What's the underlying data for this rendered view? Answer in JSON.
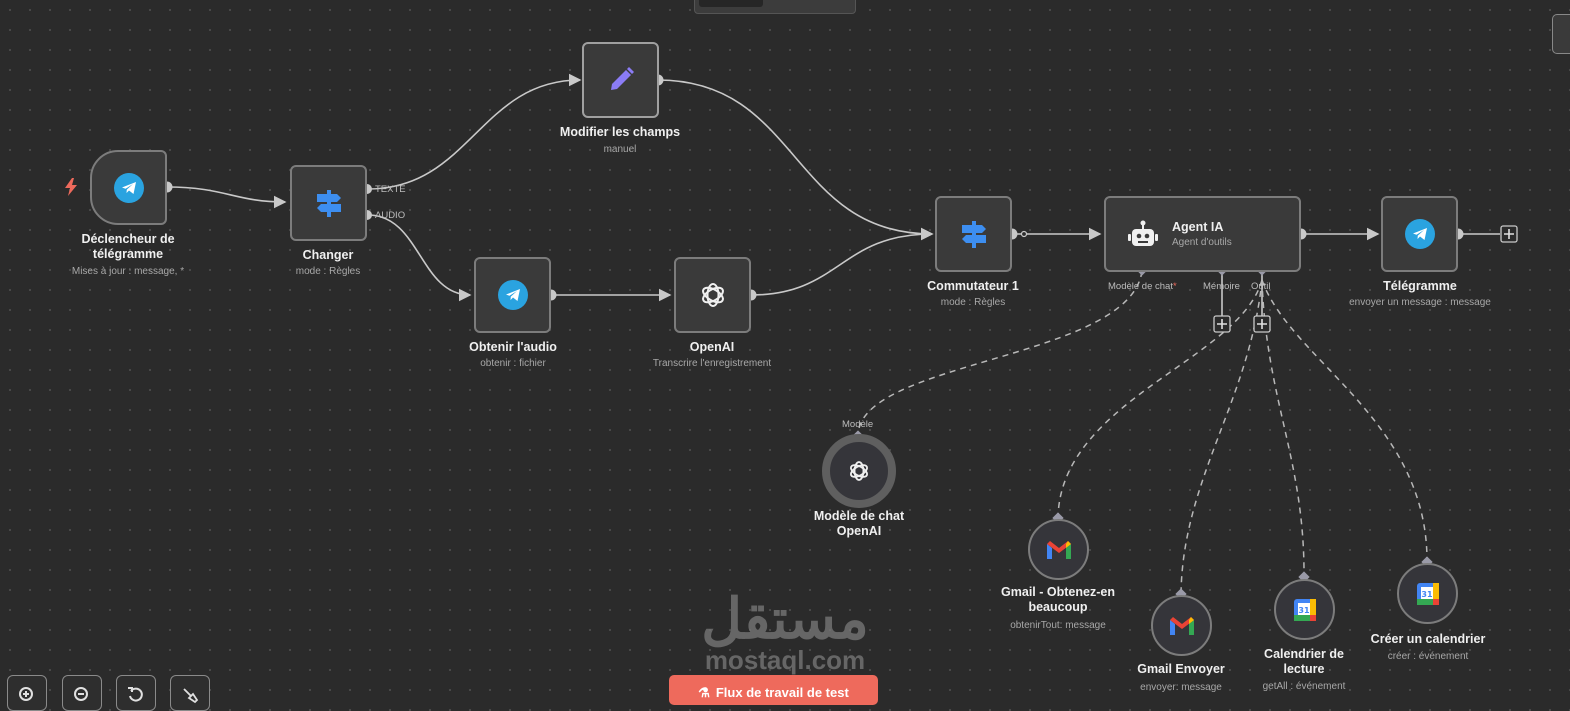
{
  "canvas": {
    "background": "#2b2b2b",
    "accent_color": "#ee6a5c",
    "telegram_color": "#2aa3e0",
    "switch_color": "#3d8ef0",
    "edit_color": "#8b7cf6"
  },
  "nodes": {
    "trigger": {
      "label": "Déclencheur de télégramme",
      "subtitle": "Mises à jour : message, *",
      "icon": "telegram-icon"
    },
    "changer": {
      "label": "Changer",
      "subtitle": "mode : Règles",
      "icon": "signpost-icon",
      "outputs": [
        "TEXTE",
        "AUDIO"
      ]
    },
    "modifier": {
      "label": "Modifier les champs",
      "subtitle": "manuel",
      "icon": "pencil-icon"
    },
    "obtenir_audio": {
      "label": "Obtenir l'audio",
      "subtitle": "obtenir : fichier",
      "icon": "telegram-icon"
    },
    "openai": {
      "label": "OpenAI",
      "subtitle": "Transcrire l'enregistrement",
      "icon": "openai-icon"
    },
    "commutateur": {
      "label": "Commutateur 1",
      "subtitle": "mode : Règles",
      "icon": "signpost-icon"
    },
    "agent": {
      "label": "Agent IA",
      "subtitle": "Agent d'outils",
      "icon": "robot-icon",
      "ports": {
        "model": "Modèle de chat",
        "required_mark": "*",
        "memory": "Mémoire",
        "tool": "Outil"
      }
    },
    "telegram_out": {
      "label": "Télégramme",
      "subtitle": "envoyer un message : message",
      "icon": "telegram-icon"
    },
    "chat_model": {
      "label": "Modèle de chat OpenAI",
      "port": "Modèle",
      "icon": "openai-icon"
    },
    "gmail_get": {
      "label": "Gmail - Obtenez-en beaucoup",
      "subtitle": "obtenirTout: message",
      "icon": "gmail-icon"
    },
    "gmail_send": {
      "label": "Gmail Envoyer",
      "subtitle": "envoyer: message",
      "icon": "gmail-icon"
    },
    "calendar_read": {
      "label": "Calendrier de lecture",
      "subtitle": "getAll : événement",
      "icon": "google-calendar-icon"
    },
    "calendar_create": {
      "label": "Créer un calendrier",
      "subtitle": "créer : événement",
      "icon": "google-calendar-icon"
    }
  },
  "calendar_day": "31",
  "toolbar": {
    "zoom_in": "zoom-in-icon",
    "zoom_out": "zoom-out-icon",
    "reset": "reset-icon",
    "tidy": "broom-icon",
    "run_label": "Flux de travail de test"
  },
  "watermark": {
    "arabic": "مستقل",
    "latin": "mostaql.com"
  }
}
